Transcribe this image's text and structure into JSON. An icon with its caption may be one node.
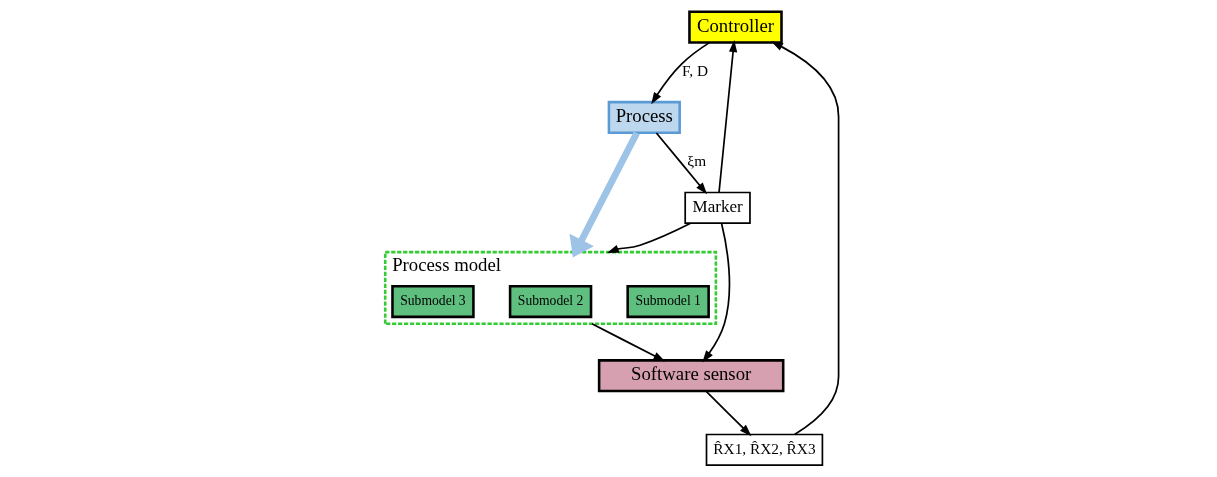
{
  "diagram": {
    "nodes": [
      {
        "text": [
          "Controller"
        ]
      },
      {
        "text": [
          "Process"
        ]
      },
      {
        "text": [
          "Process model"
        ]
      },
      {
        "text": [
          "Submodel 1"
        ],
        "in": 2
      },
      {
        "text": [
          "Submodel 2"
        ],
        "in": 2
      },
      {
        "text": [
          "Submodel 3"
        ],
        "in": 2
      },
      {
        "text": [
          "Marker"
        ]
      },
      {
        "text": [
          "Software sensor"
        ]
      },
      {
        "text": [
          "R̂X1, R̂X2, R̂X3"
        ]
      }
    ],
    "edges": [
      {
        "from": 0,
        "to": 1,
        "arrow": "to",
        "label": "F, D"
      },
      {
        "from": 1,
        "to": 2,
        "arrow": "to",
        "style": "thick",
        "color": "#9dc3e6"
      },
      {
        "from": 1,
        "to": 6,
        "arrow": "to",
        "label": "ξm"
      },
      {
        "from": 6,
        "to": 0,
        "arrow": "to"
      },
      {
        "from": 6,
        "to": 2,
        "arrow": "to"
      },
      {
        "from": 6,
        "to": 7,
        "arrow": "to"
      },
      {
        "from": 2,
        "to": 7,
        "arrow": "to"
      },
      {
        "from": 7,
        "to": 8,
        "arrow": "to"
      },
      {
        "from": 8,
        "to": 0,
        "arrow": "to"
      }
    ]
  }
}
